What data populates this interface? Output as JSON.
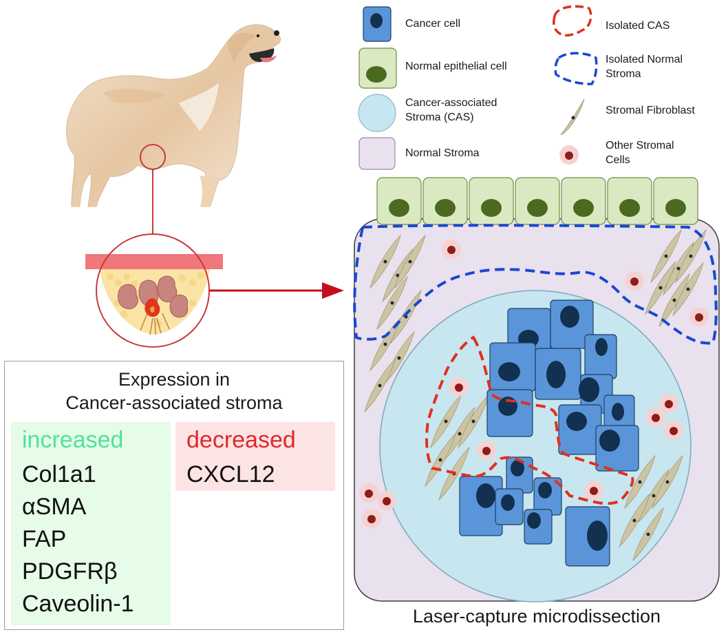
{
  "legend": {
    "cancer_cell": "Cancer cell",
    "normal_epithelial_cell": "Normal epithelial cell",
    "cas_line1": "Cancer-associated",
    "cas_line2": "Stroma (CAS)",
    "normal_stroma": "Normal Stroma",
    "isolated_cas": "Isolated CAS",
    "isolated_normal_line1": "Isolated Normal",
    "isolated_normal_line2": "Stroma",
    "stromal_fibroblast": "Stromal Fibroblast",
    "other_stromal_line1": "Other Stromal",
    "other_stromal_line2": "Cells"
  },
  "expression": {
    "title_line1": "Expression in",
    "title_line2": "Cancer-associated stroma",
    "increased": {
      "label": "increased",
      "items": [
        "Col1a1",
        "αSMA",
        "FAP",
        "PDGFRβ",
        "Caveolin-1"
      ]
    },
    "decreased": {
      "label": "decreased",
      "items": [
        "CXCL12"
      ]
    }
  },
  "caption": "Laser-capture microdissection",
  "colors": {
    "increased_text": "#4fe39a",
    "decreased_text": "#e02828",
    "cancer_cell": "#5b95d9",
    "cancer_nucleus": "#12304f",
    "epithelial": "#dbe9c2",
    "epithelial_nucleus": "#4b6a1f",
    "cas": "#c8e6ef",
    "normal_stroma": "#e9e1ee",
    "cas_outline": "#e0301e",
    "normal_outline": "#1a47d1",
    "fibroblast": "#cdc4a4"
  }
}
